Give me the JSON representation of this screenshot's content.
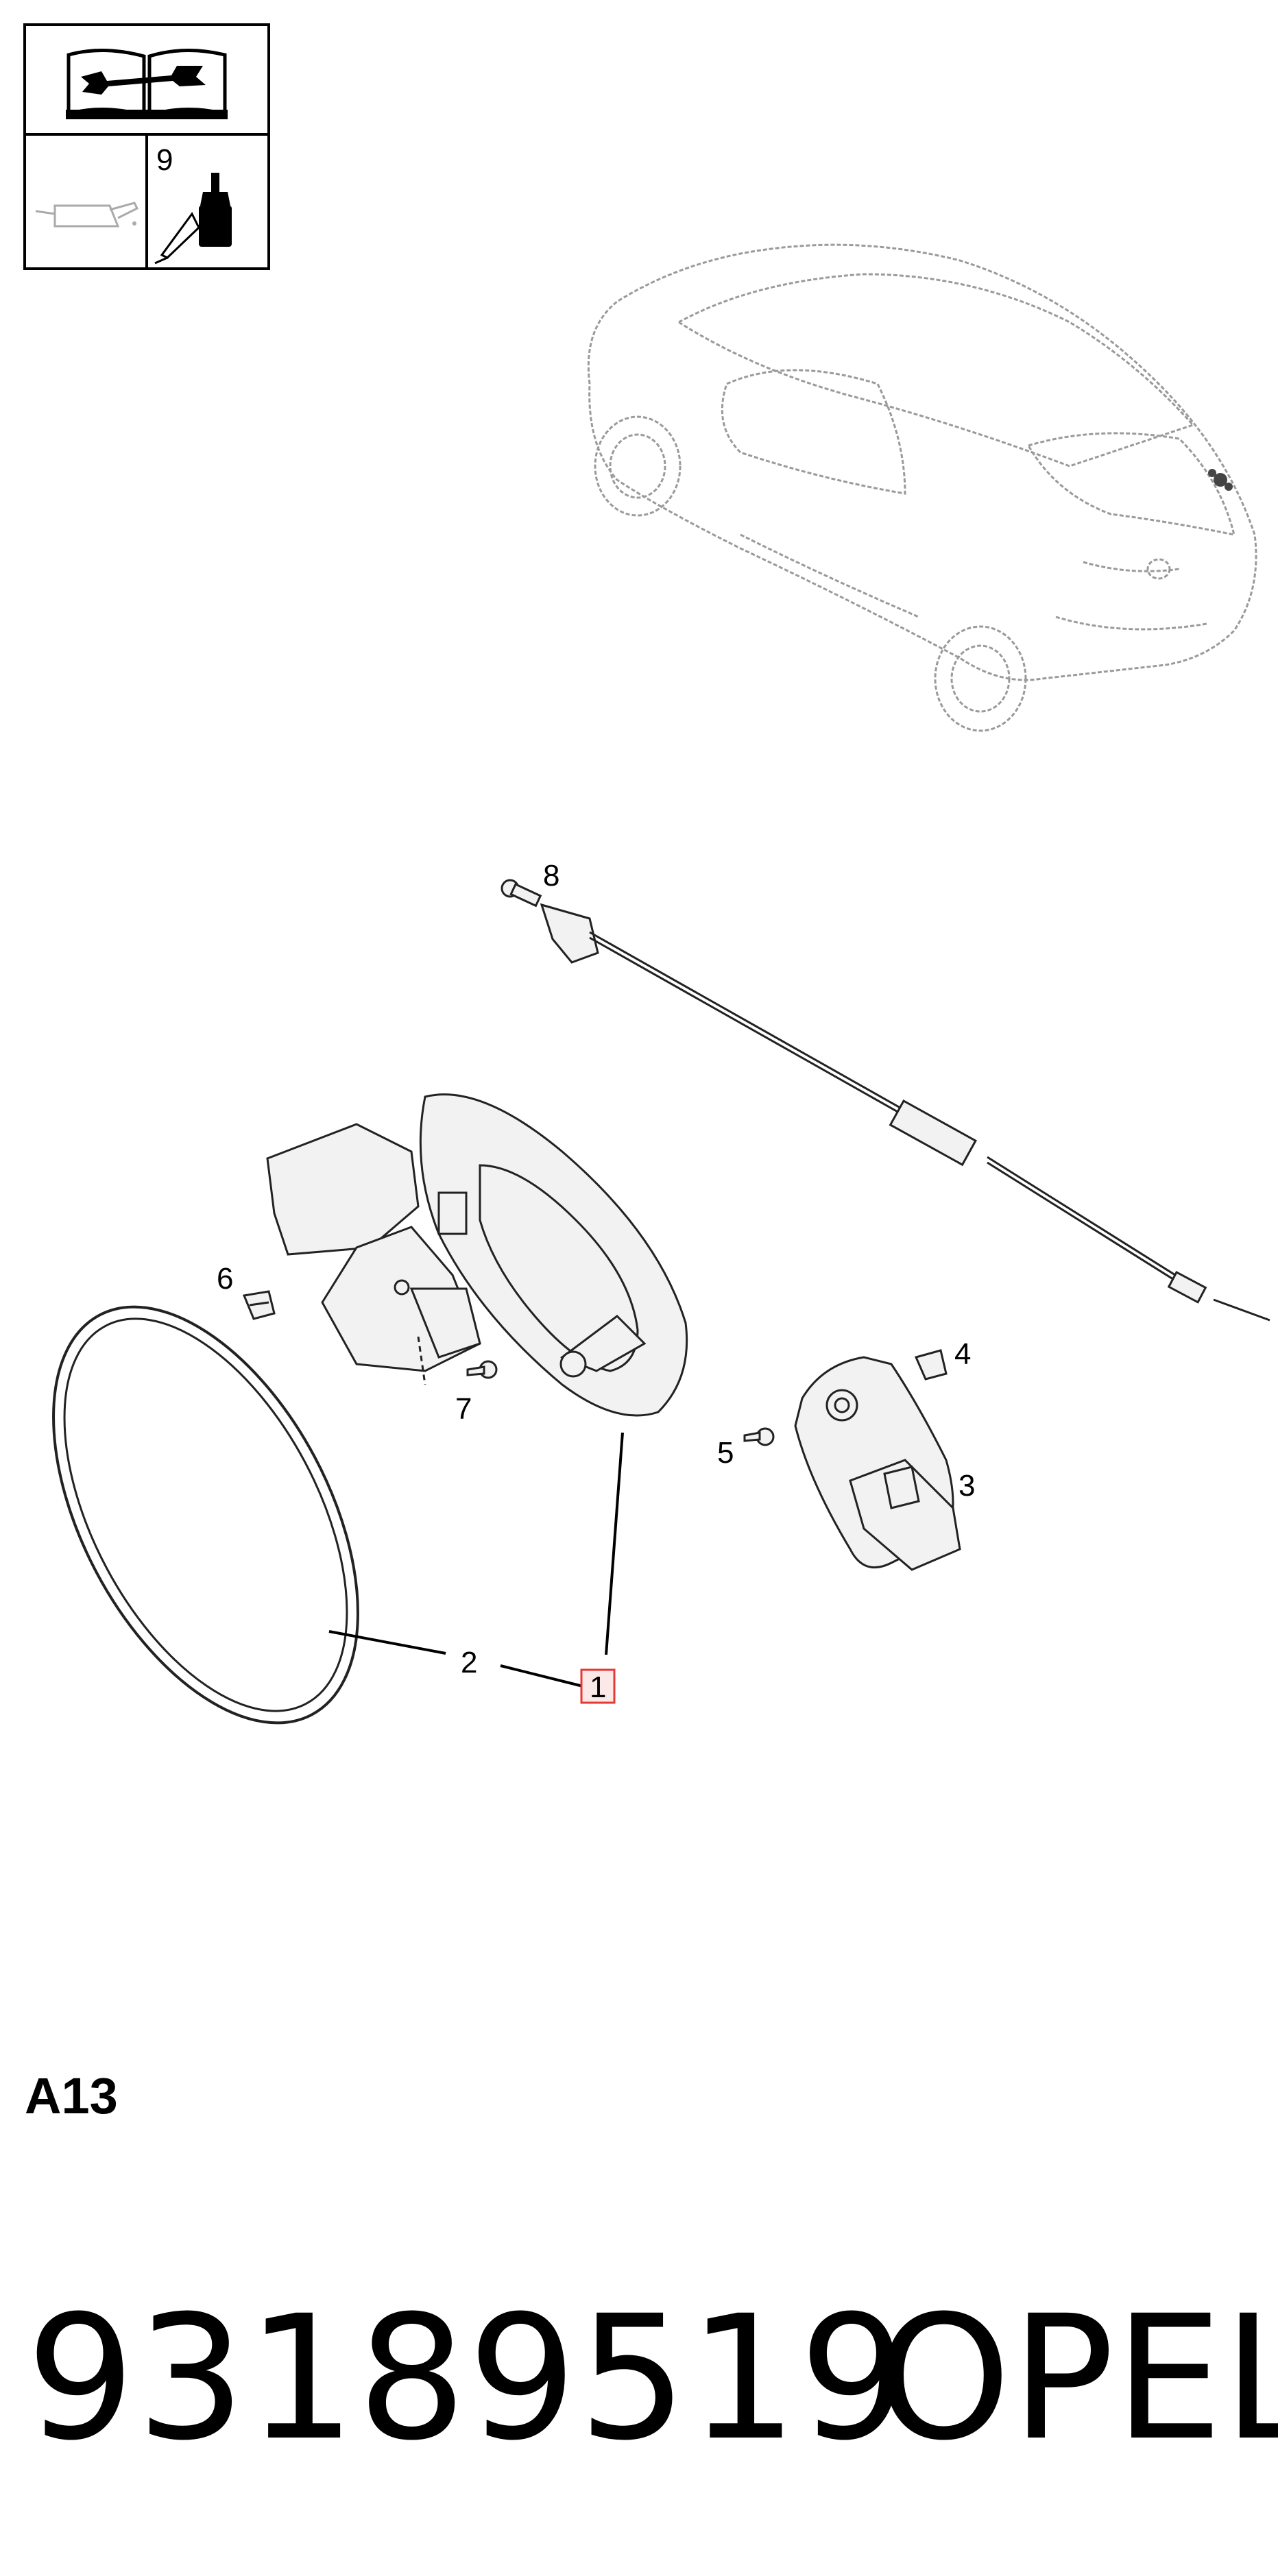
{
  "legend": {
    "cell_number": "9",
    "icons": [
      "manual-book-icon",
      "wrench-icon",
      "oil-can-icon",
      "adhesive-bottle-icon"
    ]
  },
  "callouts": {
    "c1": "1",
    "c2": "2",
    "c3": "3",
    "c4": "4",
    "c5": "5",
    "c6": "6",
    "c7": "7",
    "c8": "8"
  },
  "highlight_color": "#e53935",
  "section_code": "A13",
  "part_number": "93189519",
  "brand": "OPEL"
}
